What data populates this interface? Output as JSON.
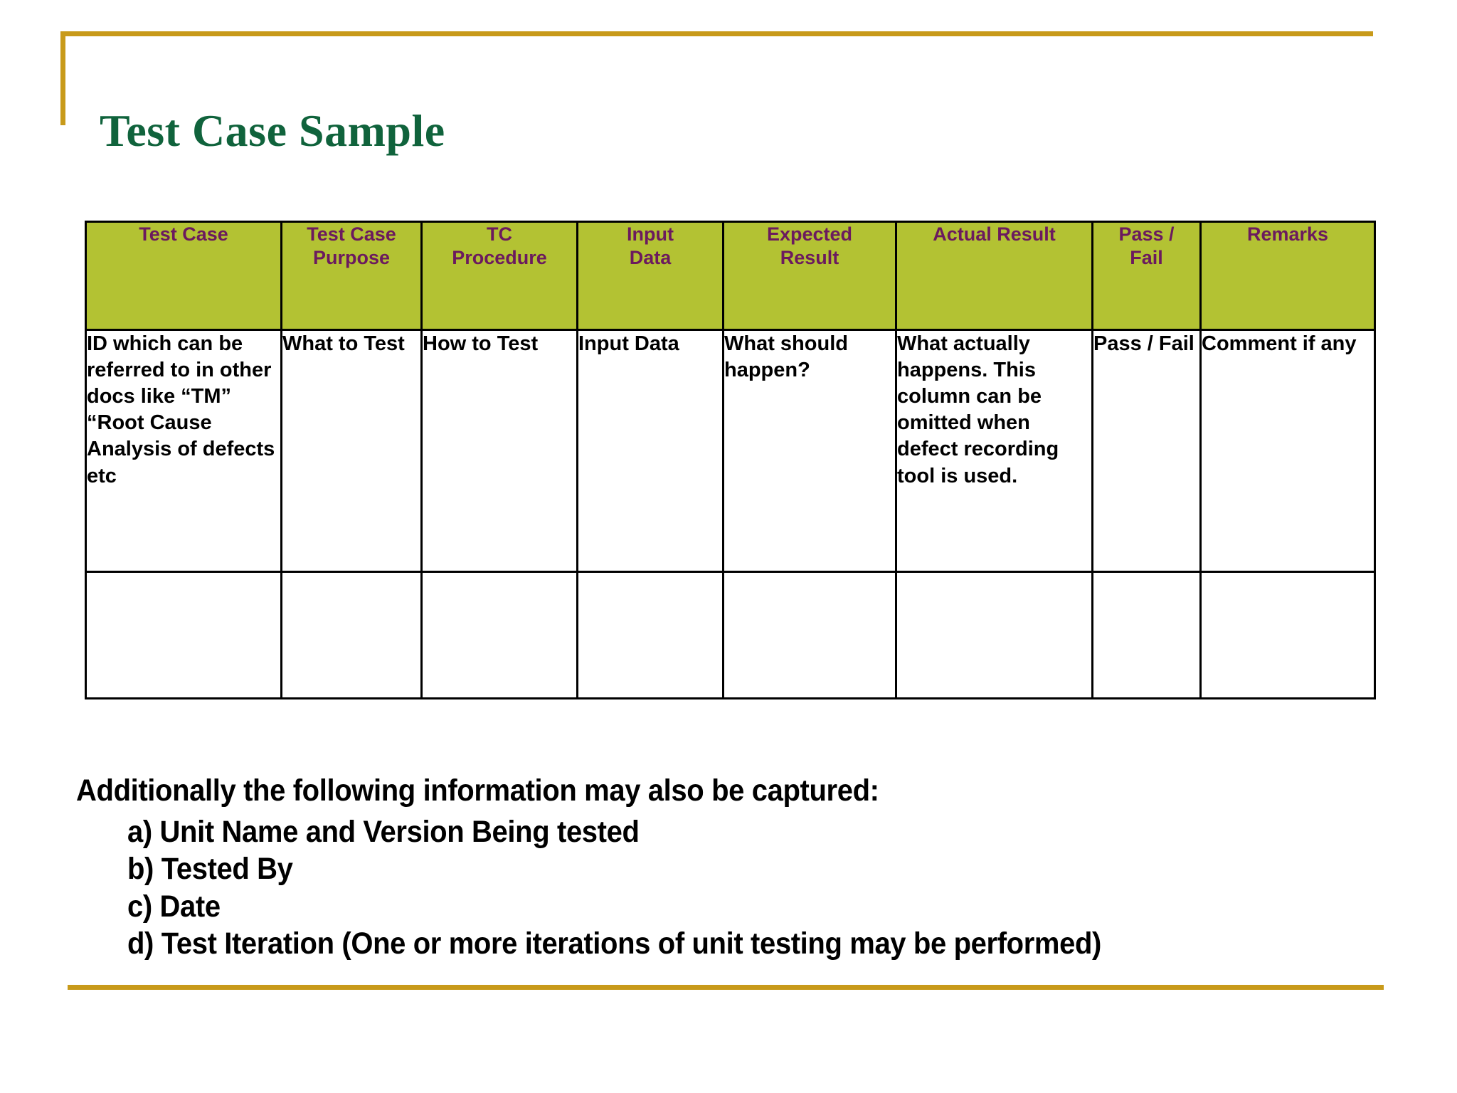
{
  "slide": {
    "title": "Test Case Sample",
    "accent_gold": "#c89a1a",
    "title_green": "#10633c",
    "header_olive": "#b3c233",
    "header_purple": "#6b1a5e"
  },
  "table": {
    "columns": [
      {
        "line1": "Test Case",
        "line2": ""
      },
      {
        "line1": "Test Case",
        "line2": "Purpose"
      },
      {
        "line1": "TC",
        "line2": "Procedure"
      },
      {
        "line1": "Input",
        "line2": "Data"
      },
      {
        "line1": "Expected",
        "line2": "Result"
      },
      {
        "line1": "Actual Result",
        "line2": ""
      },
      {
        "line1": "Pass /",
        "line2": "Fail"
      },
      {
        "line1": "Remarks",
        "line2": ""
      }
    ],
    "rows": [
      {
        "cells": [
          "ID which can be referred to in other docs like “TM” “Root Cause Analysis of defects etc",
          "What to Test",
          "How to Test",
          "Input Data",
          "What should happen?",
          "What actually happens. This column can be omitted when defect recording tool is used.",
          "Pass  / Fail",
          "Comment if any"
        ]
      },
      {
        "cells": [
          "",
          "",
          "",
          "",
          "",
          "",
          "",
          ""
        ]
      }
    ]
  },
  "notes": {
    "heading": "Additionally the following information may also be captured:",
    "items": [
      "a) Unit Name and Version Being tested",
      "b) Tested By",
      "c) Date",
      "d) Test Iteration (One or more iterations of unit testing may be performed)"
    ]
  }
}
